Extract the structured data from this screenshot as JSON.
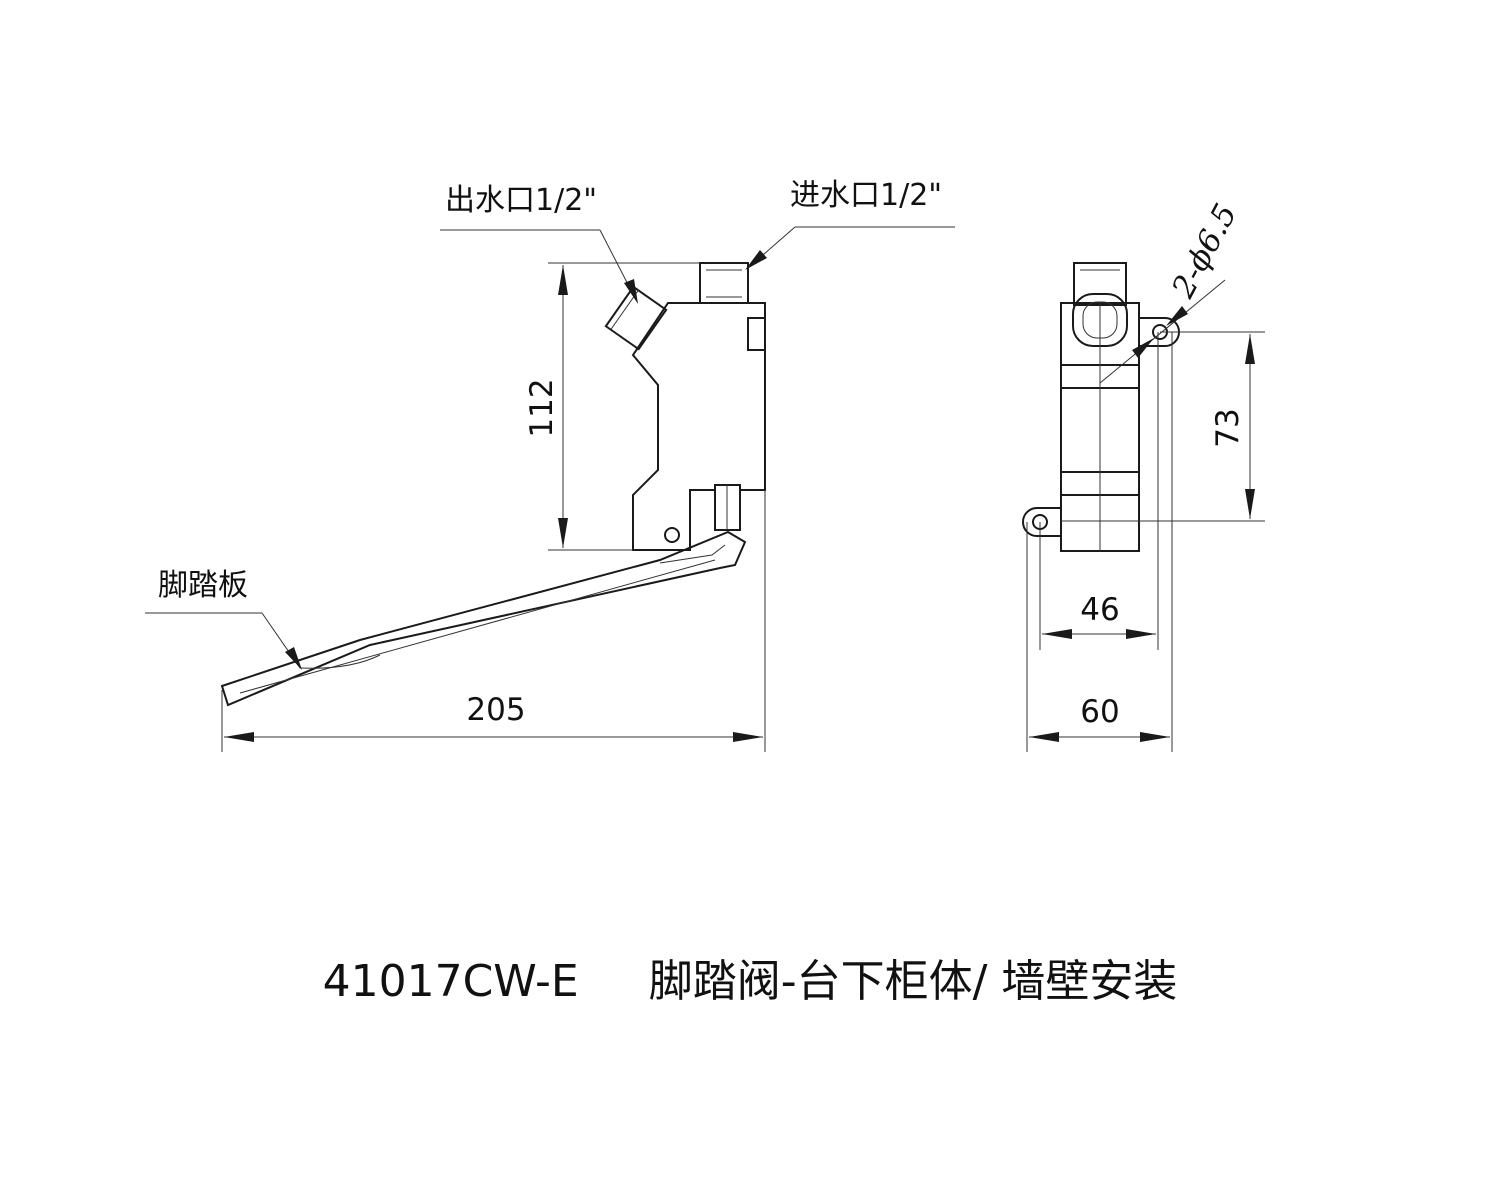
{
  "labels": {
    "outlet": "出水口1/2\"",
    "inlet": "进水口1/2\"",
    "pedal": "脚踏板",
    "holes": "2-ϕ6.5"
  },
  "dimensions": {
    "height_side": "112",
    "length_side": "205",
    "hole_spacing_vertical": "73",
    "hole_width_46": "46",
    "overall_width_60": "60"
  },
  "caption": {
    "model": "41017CW-E",
    "description": "脚踏阀-台下柜体/ 墙壁安装"
  }
}
